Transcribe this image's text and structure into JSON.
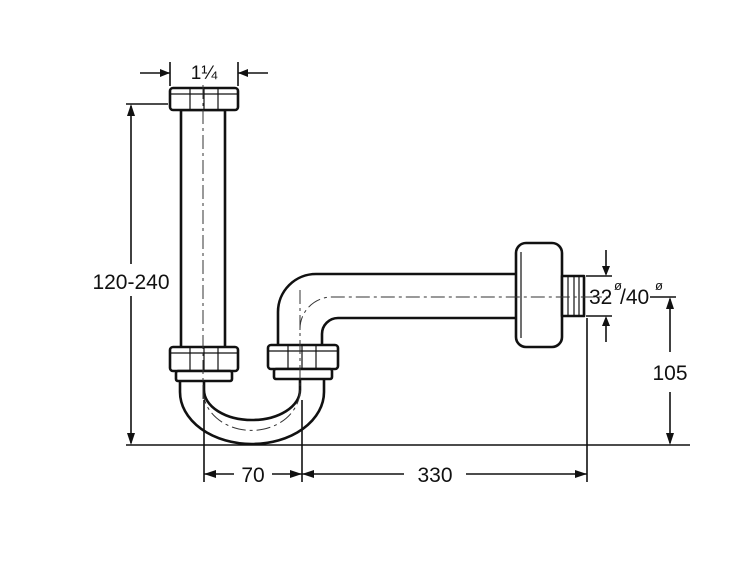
{
  "dimensions": {
    "inlet_size": "1¼",
    "height_range": "120-240",
    "trap_spacing": "70",
    "outlet_length": "330",
    "outlet_height": "105",
    "outlet_diameter_a": "32",
    "outlet_diameter_b": "/40",
    "diameter_symbol": "ø"
  }
}
